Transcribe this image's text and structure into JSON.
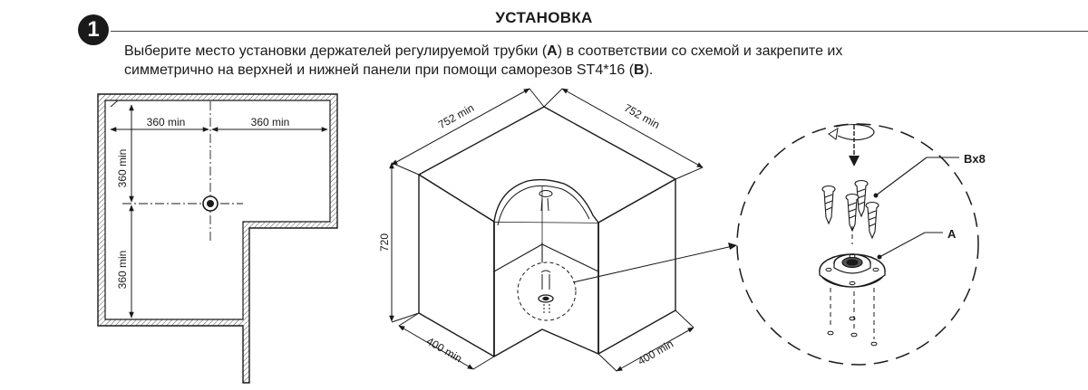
{
  "step": {
    "number": "1"
  },
  "section": {
    "title": "УСТАНОВКА"
  },
  "instruction": {
    "line1_a": "Выберите место установки держателей регулируемой трубки (",
    "line1_b": "A",
    "line1_c": ") в соответствии со схемой и закрепите их",
    "line2_a": "симметрично на верхней и нижней панели при помощи саморезов ST4*16 (",
    "line2_b": "B",
    "line2_c": ")."
  },
  "plan": {
    "dim_top_left": "360 min",
    "dim_top_right": "360 min",
    "dim_left_top": "360 min",
    "dim_left_bottom": "360 min"
  },
  "iso": {
    "dim_top_left": "752 min",
    "dim_top_right": "752 min",
    "dim_height": "720",
    "dim_bottom_left": "400 min",
    "dim_bottom_right": "400 min"
  },
  "detail": {
    "label_screws": "Bx8",
    "label_holder": "A"
  }
}
